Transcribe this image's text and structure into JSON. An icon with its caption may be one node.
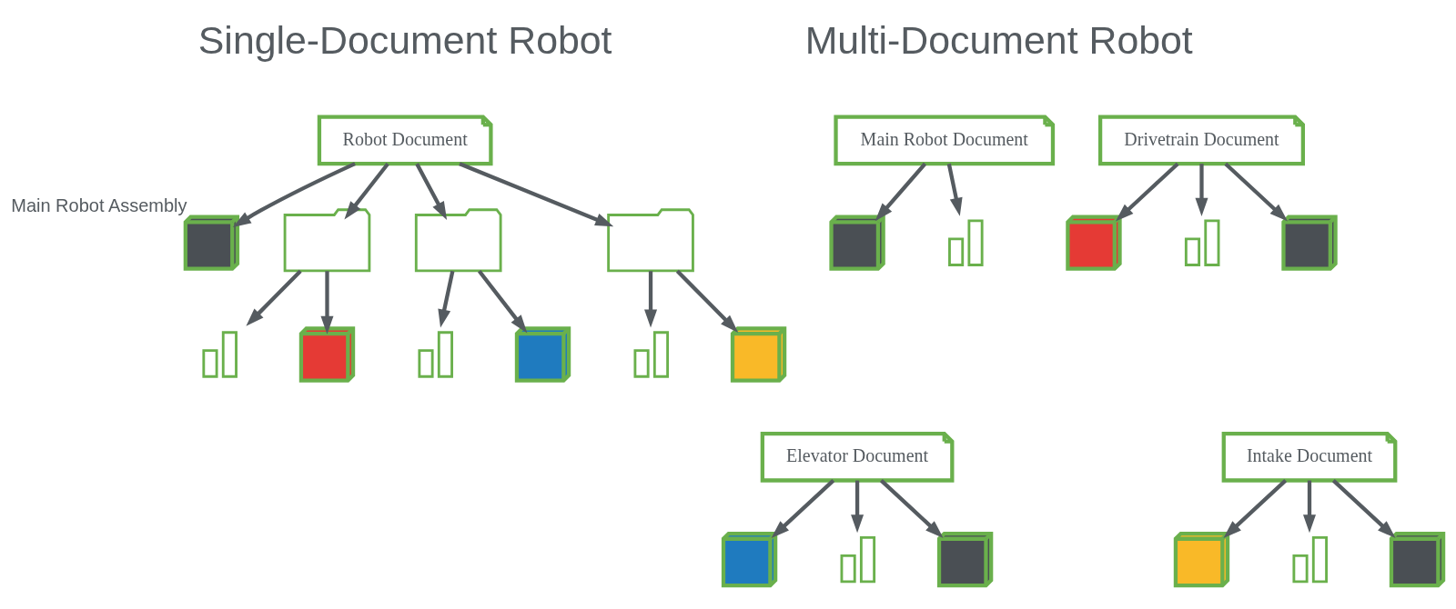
{
  "diagram": {
    "nodes": [
      {
        "text": [
          "Robot Document"
        ]
      },
      {
        "text": [],
        "shape": "cube",
        "beside": [
          "Main Robot Assembly"
        ]
      },
      {
        "text": [],
        "shape": "folder"
      },
      {
        "text": [],
        "shape": "folder"
      },
      {
        "text": [],
        "shape": "folder"
      },
      {
        "text": [],
        "shape": "bars"
      },
      {
        "text": [],
        "shape": "cube"
      },
      {
        "text": [],
        "shape": "bars"
      },
      {
        "text": [],
        "shape": "cube"
      },
      {
        "text": [],
        "shape": "bars"
      },
      {
        "text": [],
        "shape": "cube"
      },
      {
        "text": [
          "Main Robot Document"
        ]
      },
      {
        "text": [],
        "shape": "cube"
      },
      {
        "text": [],
        "shape": "bars"
      },
      {
        "text": [
          "Drivetrain Document"
        ]
      },
      {
        "text": [],
        "shape": "cube"
      },
      {
        "text": [],
        "shape": "bars"
      },
      {
        "text": [],
        "shape": "cube"
      },
      {
        "text": [
          "Elevator Document"
        ]
      },
      {
        "text": [],
        "shape": "cube"
      },
      {
        "text": [],
        "shape": "bars"
      },
      {
        "text": [],
        "shape": "cube"
      },
      {
        "text": [
          "Intake Document"
        ]
      },
      {
        "text": [],
        "shape": "cube"
      },
      {
        "text": [],
        "shape": "bars"
      },
      {
        "text": [],
        "shape": "cube"
      }
    ],
    "edges": [
      {
        "from": 0,
        "to": 1,
        "arrow": "to"
      },
      {
        "from": 0,
        "to": 2,
        "arrow": "to"
      },
      {
        "from": 0,
        "to": 3,
        "arrow": "to"
      },
      {
        "from": 0,
        "to": 4,
        "arrow": "to"
      },
      {
        "from": 2,
        "to": 5,
        "arrow": "to"
      },
      {
        "from": 2,
        "to": 6,
        "arrow": "to"
      },
      {
        "from": 3,
        "to": 7,
        "arrow": "to"
      },
      {
        "from": 3,
        "to": 8,
        "arrow": "to"
      },
      {
        "from": 4,
        "to": 9,
        "arrow": "to"
      },
      {
        "from": 4,
        "to": 10,
        "arrow": "to"
      },
      {
        "from": 11,
        "to": 12,
        "arrow": "to"
      },
      {
        "from": 11,
        "to": 13,
        "arrow": "to"
      },
      {
        "from": 14,
        "to": 15,
        "arrow": "to"
      },
      {
        "from": 14,
        "to": 16,
        "arrow": "to"
      },
      {
        "from": 14,
        "to": 17,
        "arrow": "to"
      },
      {
        "from": 18,
        "to": 19,
        "arrow": "to"
      },
      {
        "from": 18,
        "to": 20,
        "arrow": "to"
      },
      {
        "from": 18,
        "to": 21,
        "arrow": "to"
      },
      {
        "from": 22,
        "to": 23,
        "arrow": "to"
      },
      {
        "from": 22,
        "to": 24,
        "arrow": "to"
      },
      {
        "from": 22,
        "to": 25,
        "arrow": "to"
      }
    ],
    "labels": [
      "Single-Document Robot",
      "Multi-Document Robot"
    ]
  }
}
